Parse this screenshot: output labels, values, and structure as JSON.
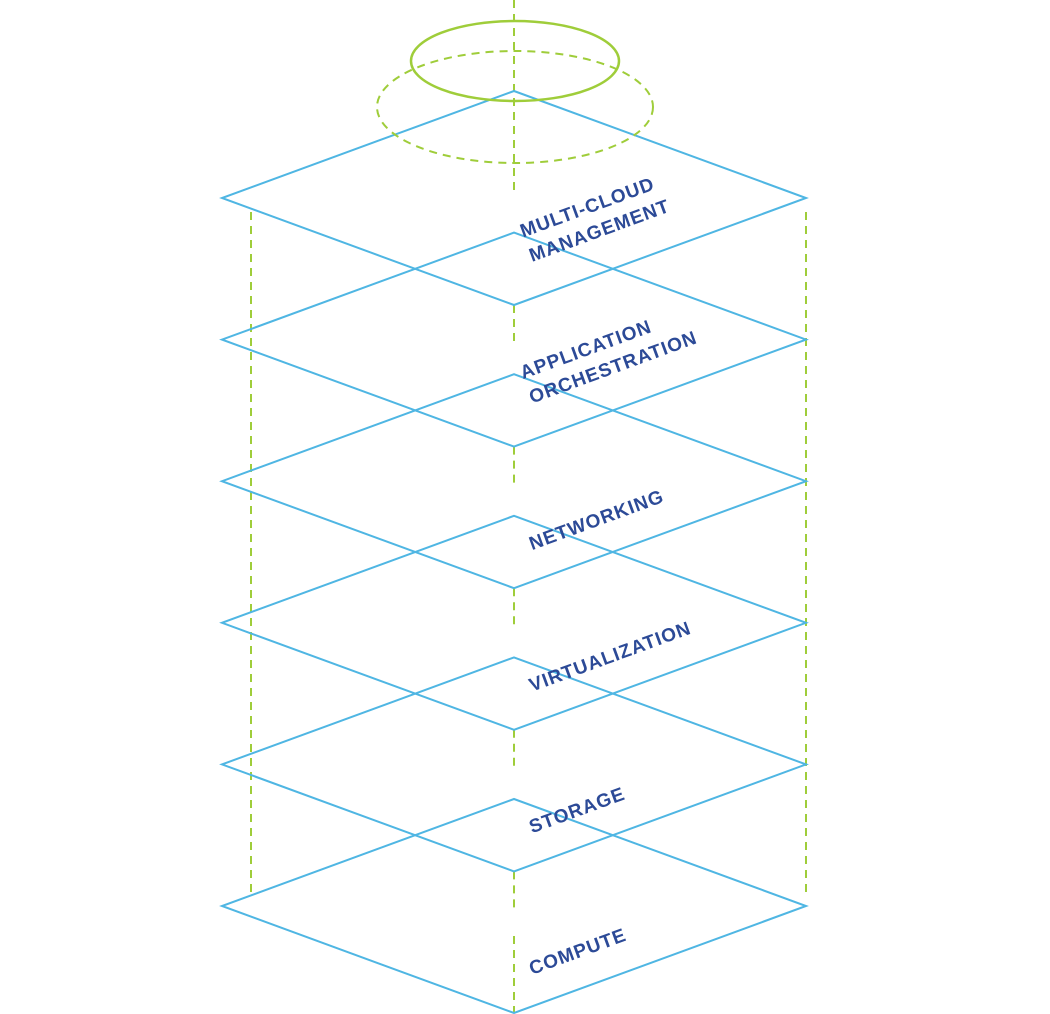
{
  "colors": {
    "plane_stroke": "#4fb6e3",
    "guide_stroke": "#9fcd3a",
    "label_fill": "#2c4a97",
    "background": "#ffffff"
  },
  "layers": [
    {
      "name": "multi-cloud-management",
      "lines": [
        "MULTI-CLOUD",
        "MANAGEMENT"
      ]
    },
    {
      "name": "application-orchestration",
      "lines": [
        "APPLICATION",
        "ORCHESTRATION"
      ]
    },
    {
      "name": "networking",
      "lines": [
        "NETWORKING"
      ]
    },
    {
      "name": "virtualization",
      "lines": [
        "VIRTUALIZATION"
      ]
    },
    {
      "name": "storage",
      "lines": [
        "STORAGE"
      ]
    },
    {
      "name": "compute",
      "lines": [
        "COMPUTE"
      ]
    }
  ]
}
